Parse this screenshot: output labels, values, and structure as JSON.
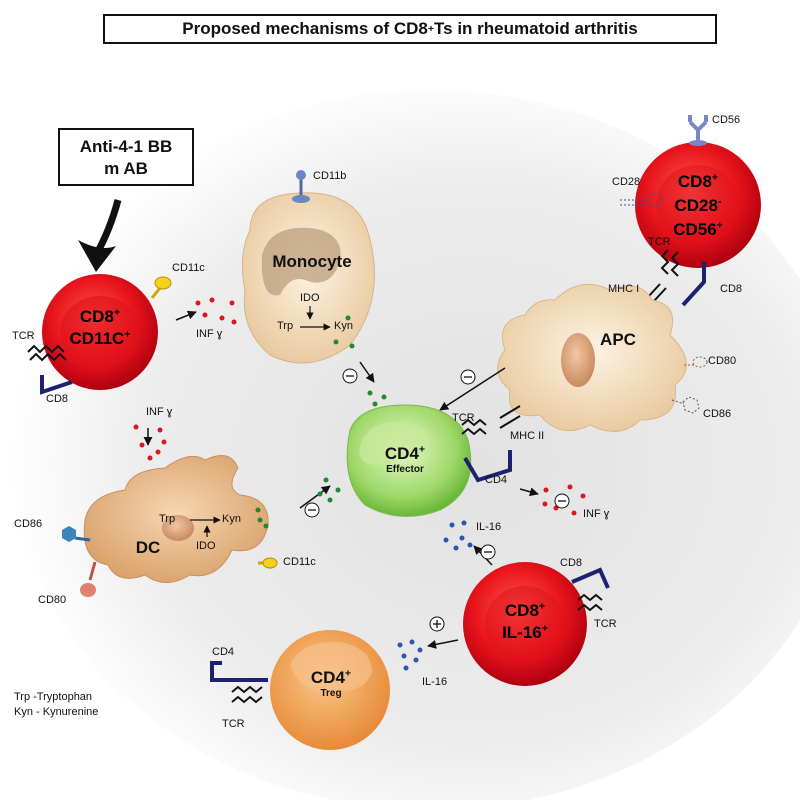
{
  "title": {
    "pre": "Proposed mechanisms of CD8",
    "sup": "+",
    "post": " Ts in  rheumatoid arthritis"
  },
  "drug": {
    "line1": "Anti-4-1 BB",
    "line2": "m AB"
  },
  "cells": {
    "cd8_cd11c": {
      "l1": "CD8",
      "l1_sup": "+",
      "l2": "CD11C",
      "l2_sup": "+"
    },
    "monocyte": {
      "name": "Monocyte",
      "ido": "IDO",
      "trp": "Trp",
      "kyn": "Kyn"
    },
    "cd8_cd28_cd56": {
      "l1": "CD8",
      "l1_sup": "+",
      "l2": "CD28",
      "l2_sup": "-",
      "l3": "CD56",
      "l3_sup": "+"
    },
    "apc": {
      "name": "APC"
    },
    "cd4_effector": {
      "name": "CD4",
      "sup": "+",
      "sub": "Effector"
    },
    "dc": {
      "name": "DC",
      "ido": "IDO",
      "trp": "Trp",
      "kyn": "Kyn"
    },
    "cd8_il16": {
      "l1": "CD8",
      "l1_sup": "+",
      "l2": "IL-16",
      "l2_sup": "+"
    },
    "cd4_treg": {
      "name": "CD4",
      "sup": "+",
      "sub": "Treg"
    }
  },
  "labels": {
    "cd11b": "CD11b",
    "cd11c_top": "CD11c",
    "cd11c_dc": "CD11c",
    "cd56": "CD56",
    "cd28": "CD28",
    "tcr_left": "TCR",
    "cd8_left": "CD8",
    "inf_top": "INF ɣ",
    "inf_mid": "INF ɣ",
    "inf_right": "INF ɣ",
    "tcr_top_right": "TCR",
    "mhc1": "MHC I",
    "cd8_top_right": "CD8",
    "cd80_apc": "CD80",
    "cd86_apc": "CD86",
    "tcr_effector": "TCR",
    "mhc2": "MHC II",
    "cd4_effector": "CD4",
    "cd86_dc": "CD86",
    "cd80_dc": "CD80",
    "il16_top": "IL-16",
    "il16_bottom": "IL-16",
    "cd8_il16": "CD8",
    "tcr_il16": "TCR",
    "cd4_treg": "CD4",
    "tcr_treg": "TCR"
  },
  "signs": {
    "minus": "−",
    "plus": "+"
  },
  "legend": {
    "line1": "Trp -Tryptophan",
    "line2": "Kyn - Kynurenine"
  },
  "colors": {
    "red_cell": "#e8141c",
    "tan_cell": "#e9b98a",
    "cream_cell": "#f4e2c8",
    "green_cell": "#9fd86a",
    "orange_cell": "#f0a050",
    "dark_blue": "#1c2270",
    "dot_red": "#d81820",
    "dot_green": "#208a30",
    "dot_blue": "#2a56b0"
  }
}
